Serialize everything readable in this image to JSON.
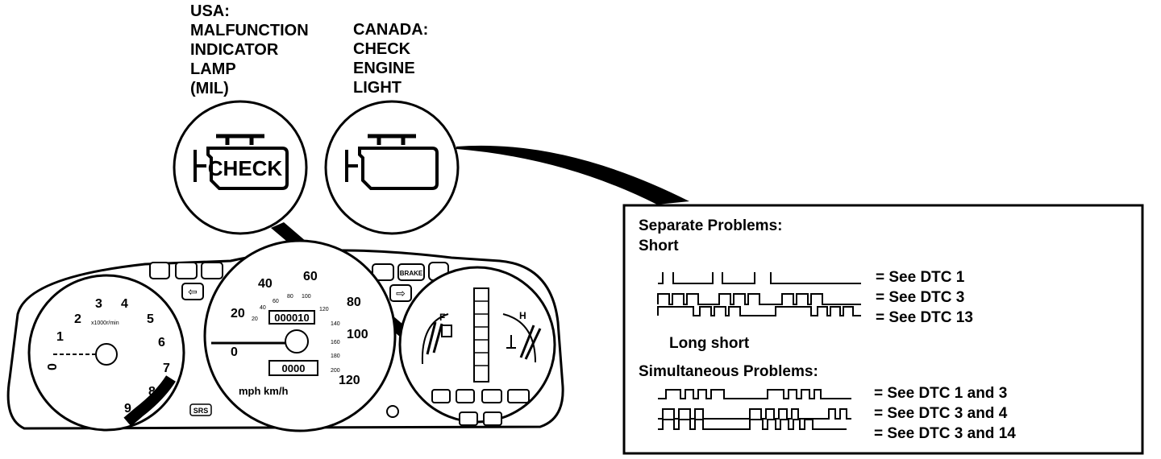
{
  "labels": {
    "usa": [
      "USA:",
      "MALFUNCTION",
      "INDICATOR",
      "LAMP",
      "(MIL)"
    ],
    "canada": [
      "CANADA:",
      "CHECK",
      "ENGINE",
      "LIGHT"
    ]
  },
  "lamp_usa": {
    "text": "CHECK"
  },
  "gauges": {
    "tach": {
      "numbers": [
        "0",
        "1",
        "2",
        "3",
        "4",
        "5",
        "6",
        "7",
        "8",
        "9"
      ],
      "unit": "x1000r/min"
    },
    "speedo": {
      "mph": [
        "0",
        "20",
        "40",
        "60",
        "80",
        "100",
        "120"
      ],
      "kmh": [
        "20",
        "40",
        "60",
        "80",
        "100",
        "120",
        "140",
        "160",
        "180",
        "200"
      ],
      "unit": "mph km/h",
      "odometer": "000010",
      "trip": "0000"
    },
    "srs": "SRS",
    "brake": "BRAKE",
    "fuel_f": "F",
    "temp_h": "H"
  },
  "box": {
    "separate_title": "Separate Problems:",
    "short_title": "Short",
    "separate_rows": [
      "= See DTC 1",
      "= See DTC 3",
      "= See DTC 13"
    ],
    "long_short": "Long short",
    "simultaneous_title": "Simultaneous Problems:",
    "simultaneous_rows": [
      "= See DTC 1 and 3",
      "= See DTC 3 and 4",
      "= See DTC 3 and 14"
    ]
  }
}
